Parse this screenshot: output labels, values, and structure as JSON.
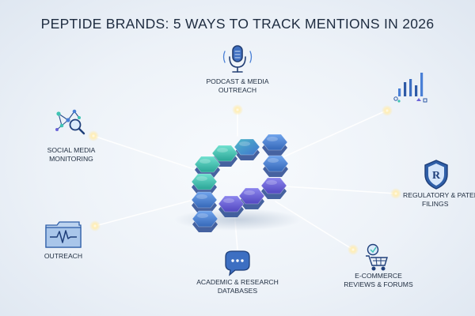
{
  "title": "PEPTIDE BRANDS: 5 WAYS TO TRACK MENTIONS IN 2026",
  "nodes": {
    "podcast": {
      "line1": "PODCAST & MEDIA",
      "line2": "OUTREACH",
      "icon": "microphone-icon"
    },
    "social": {
      "line1": "SOCIAL MEDIA",
      "line2": "MONITORING",
      "icon": "network-magnifier-icon"
    },
    "outreach": {
      "line1": "OUTREACH",
      "icon": "heartbeat-folder-icon"
    },
    "academic": {
      "line1": "ACADEMIC & RESEARCH",
      "line2": "DATABASES",
      "icon": "chat-bubble-icon"
    },
    "ecommerce": {
      "line1": "E-COMMERCE",
      "line2": "REVIEWS & FORUMS",
      "icon": "shopping-cart-icon"
    },
    "regulatory": {
      "line1": "REGULATORY & PATENT",
      "line2": "FILINGS",
      "icon": "registered-shield-icon"
    },
    "analytics": {
      "icon": "bar-chart-icon"
    }
  },
  "colors": {
    "teal": "#3fc4b4",
    "blue": "#4a80d6",
    "violet": "#6b64d8",
    "navy": "#1f3f7a",
    "glow": "#ffe9a8"
  }
}
